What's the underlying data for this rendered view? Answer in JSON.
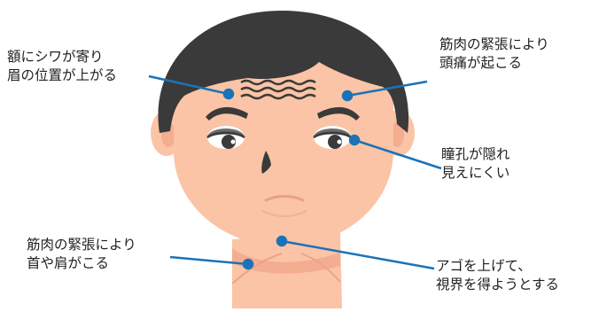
{
  "annotations": [
    {
      "id": "forehead",
      "lines": [
        "額にシワが寄り",
        "眉の位置が上がる"
      ]
    },
    {
      "id": "headache",
      "lines": [
        "筋肉の緊張により",
        "頭痛が起こる"
      ]
    },
    {
      "id": "pupil",
      "lines": [
        "瞳孔が隠れ",
        "見えにくい"
      ]
    },
    {
      "id": "neck",
      "lines": [
        "筋肉の緊張により",
        "首や肩がこる"
      ]
    },
    {
      "id": "chin",
      "lines": [
        "アゴを上げて、",
        "視界を得ようとする"
      ]
    }
  ],
  "colors": {
    "skin": "#fbc4a6",
    "skin_shadow": "#f3ad90",
    "hair": "#3a3a3a",
    "leader_line": "#1a73b8",
    "text": "#1f1f1f"
  }
}
